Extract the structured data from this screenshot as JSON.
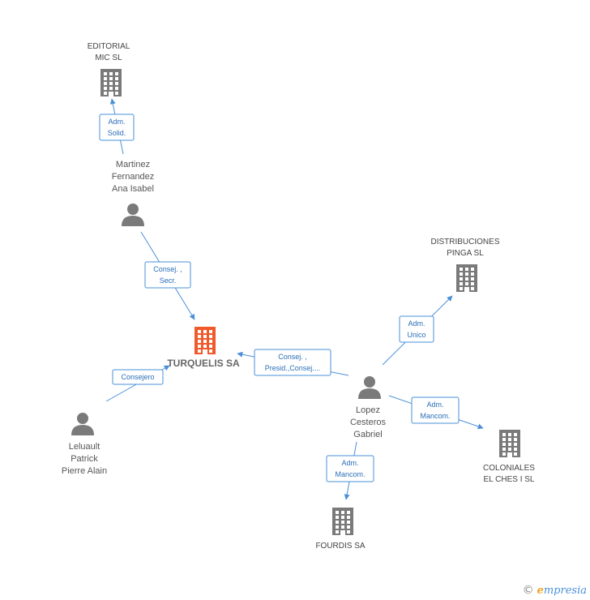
{
  "colors": {
    "edge": "#4a90d9",
    "company": "#7a7a7a",
    "focus_company": "#f05a2a",
    "person": "#7a7a7a"
  },
  "nodes": [
    {
      "id": "turquelis",
      "type": "company",
      "focus": true,
      "lines": [
        "TURQUELIS SA"
      ]
    },
    {
      "id": "editorial",
      "type": "company",
      "lines": [
        "EDITORIAL",
        "MIC SL"
      ]
    },
    {
      "id": "distribuciones",
      "type": "company",
      "lines": [
        "DISTRIBUCIONES",
        "PINGA SL"
      ]
    },
    {
      "id": "coloniales",
      "type": "company",
      "lines": [
        "COLONIALES",
        "EL CHES I  SL"
      ]
    },
    {
      "id": "fourdis",
      "type": "company",
      "lines": [
        "FOURDIS SA"
      ]
    },
    {
      "id": "martinez",
      "type": "person",
      "lines": [
        "Martinez",
        "Fernandez",
        "Ana Isabel"
      ]
    },
    {
      "id": "leluault",
      "type": "person",
      "lines": [
        "Leluault",
        "Patrick",
        "Pierre Alain"
      ]
    },
    {
      "id": "lopez",
      "type": "person",
      "lines": [
        "Lopez",
        "Cesteros",
        "Gabriel"
      ]
    }
  ],
  "edges": [
    {
      "from": "martinez",
      "to": "editorial",
      "label": [
        "Adm.",
        "Solid."
      ]
    },
    {
      "from": "martinez",
      "to": "turquelis",
      "label": [
        "Consej. ,",
        "Secr."
      ]
    },
    {
      "from": "leluault",
      "to": "turquelis",
      "label": [
        "Consejero"
      ]
    },
    {
      "from": "lopez",
      "to": "turquelis",
      "label": [
        "Consej. ,",
        "Presid.,Consej...."
      ]
    },
    {
      "from": "lopez",
      "to": "distribuciones",
      "label": [
        "Adm.",
        "Unico"
      ]
    },
    {
      "from": "lopez",
      "to": "coloniales",
      "label": [
        "Adm.",
        "Mancom."
      ]
    },
    {
      "from": "lopez",
      "to": "fourdis",
      "label": [
        "Adm.",
        "Mancom."
      ]
    }
  ],
  "footer": {
    "copyright": "©",
    "brand_initial": "e",
    "brand_rest": "mpresia"
  }
}
